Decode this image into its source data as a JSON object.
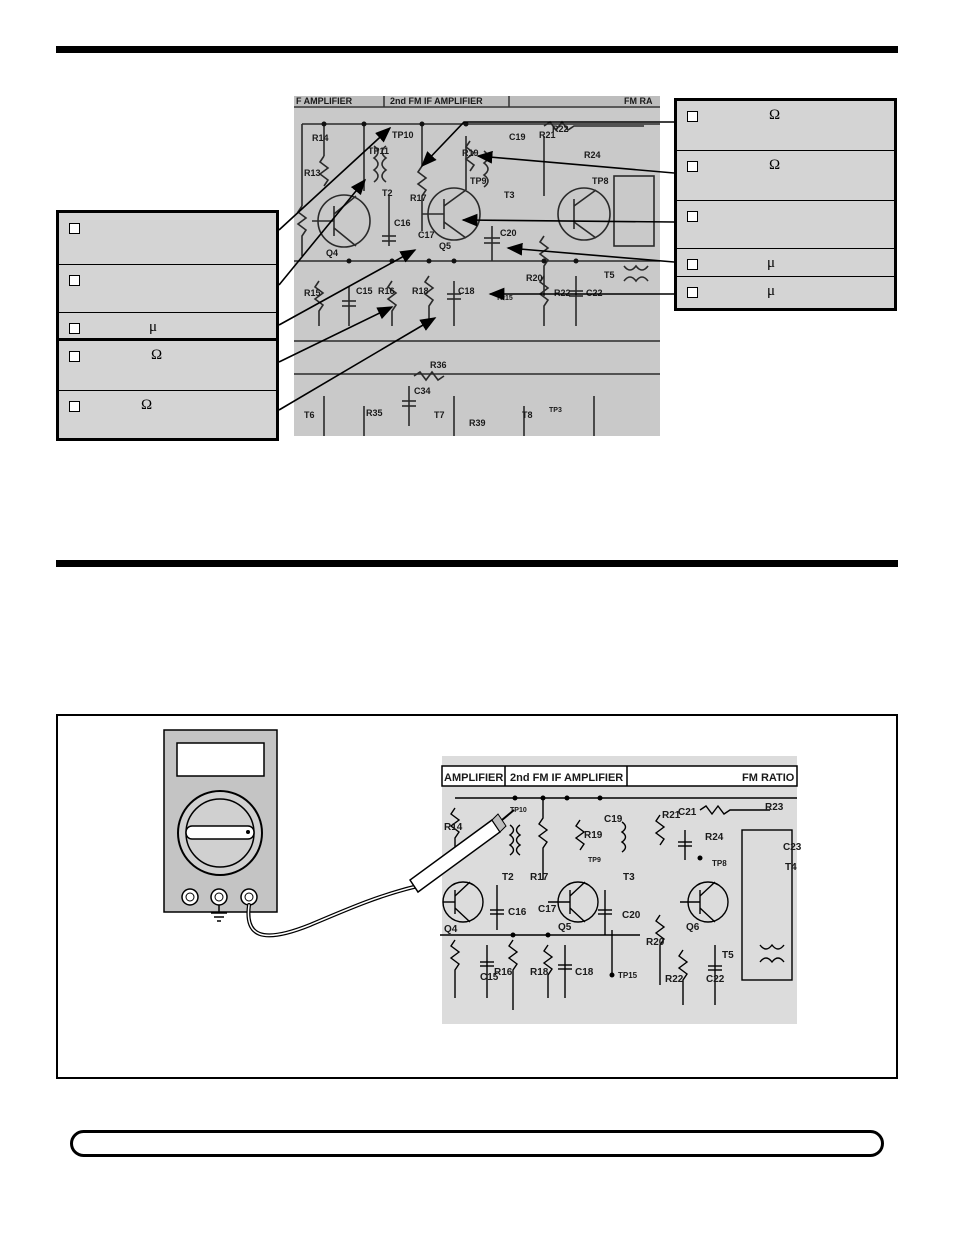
{
  "top_schematic": {
    "section_labels": [
      "F AMPLIFIER",
      "2nd FM IF AMPLIFIER",
      "FM RA"
    ],
    "component_labels": [
      "R14",
      "TP10",
      "TP11",
      "R13",
      "T2",
      "R17",
      "C19",
      "R19",
      "R21",
      "R22",
      "R24",
      "TP9",
      "TP8",
      "T3",
      "Q4",
      "C16",
      "C17",
      "Q5",
      "C20",
      "R15",
      "C15",
      "R16",
      "R18",
      "C18",
      "TP15",
      "R20",
      "R22",
      "C22",
      "T5",
      "R36",
      "C34",
      "T6",
      "R35",
      "T7",
      "R39",
      "T8",
      "TP3"
    ]
  },
  "callouts_left": [
    {
      "symbol": ""
    },
    {
      "symbol": ""
    },
    {
      "symbol": "μ"
    },
    {
      "symbol": "Ω"
    },
    {
      "symbol": "Ω"
    }
  ],
  "callouts_right": [
    {
      "symbol": "Ω"
    },
    {
      "symbol": "Ω"
    },
    {
      "symbol": ""
    },
    {
      "symbol": "μ"
    },
    {
      "symbol": "μ"
    }
  ],
  "bottom_schematic": {
    "section_labels": [
      "AMPLIFIER",
      "2nd FM IF AMPLIFIER",
      "FM RATIO"
    ],
    "component_labels": [
      "R14",
      "TP10",
      "T2",
      "R17",
      "C19",
      "R19",
      "R21",
      "C21",
      "R23",
      "R24",
      "TP9",
      "TP8",
      "T3",
      "C23",
      "T4",
      "Q4",
      "C16",
      "C17",
      "Q5",
      "C20",
      "Q6",
      "R20",
      "T5",
      "C15",
      "R16",
      "R18",
      "C18",
      "TP15",
      "R22",
      "C22"
    ]
  }
}
